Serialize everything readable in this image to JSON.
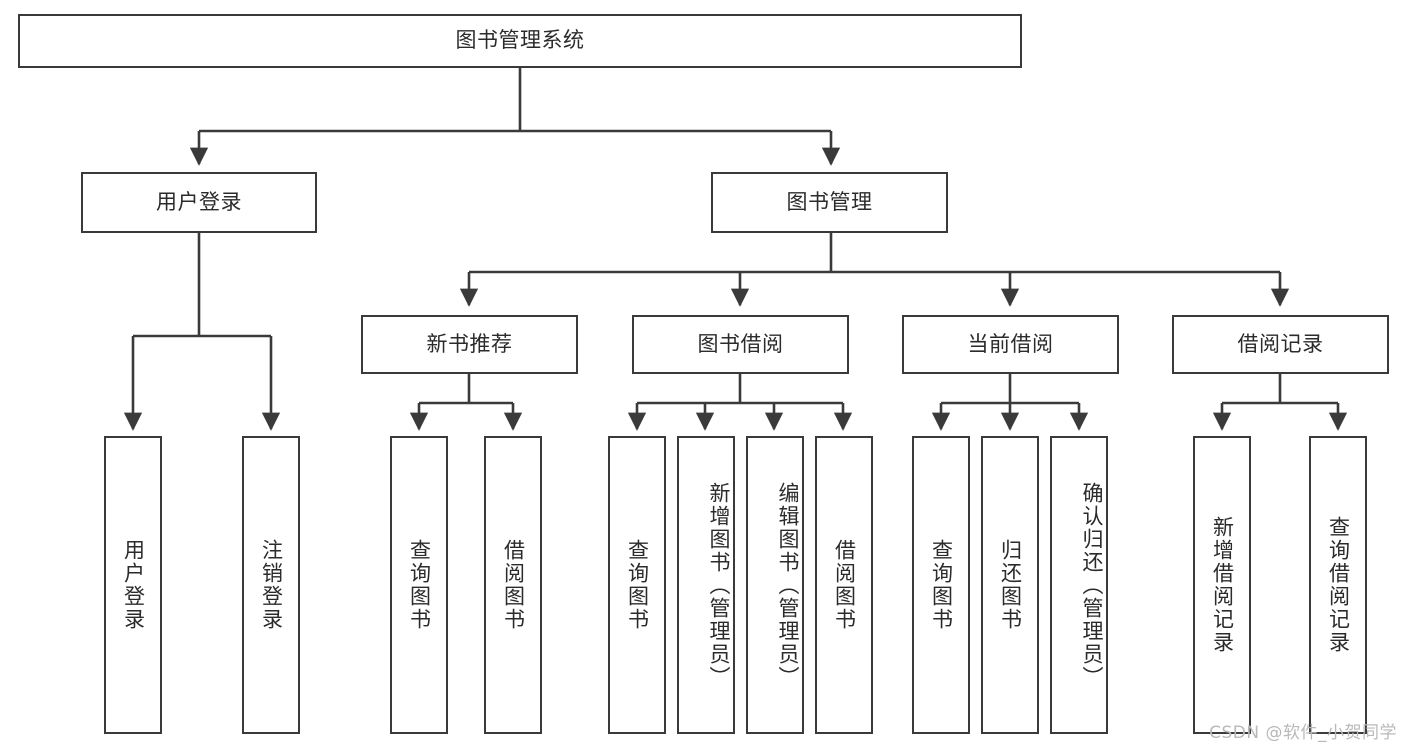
{
  "diagram": {
    "title": "图书管理系统",
    "type": "tree-hierarchy-diagram",
    "root": {
      "label": "图书管理系统"
    },
    "level1": [
      {
        "label": "用户登录"
      },
      {
        "label": "图书管理"
      }
    ],
    "level2": [
      {
        "label": "新书推荐",
        "parent": "图书管理"
      },
      {
        "label": "图书借阅",
        "parent": "图书管理"
      },
      {
        "label": "当前借阅",
        "parent": "图书管理"
      },
      {
        "label": "借阅记录",
        "parent": "图书管理"
      }
    ],
    "leaves": {
      "user_login": [
        {
          "label": "用户登录"
        },
        {
          "label": "注销登录"
        }
      ],
      "new_book_recommend": [
        {
          "label": "查询图书"
        },
        {
          "label": "借阅图书"
        }
      ],
      "book_borrow": [
        {
          "label": "查询图书"
        },
        {
          "label": "新增图书（管理员）"
        },
        {
          "label": "编辑图书（管理员）"
        },
        {
          "label": "借阅图书"
        }
      ],
      "current_borrow": [
        {
          "label": "查询图书"
        },
        {
          "label": "归还图书"
        },
        {
          "label": "确认归还（管理员）"
        }
      ],
      "borrow_record": [
        {
          "label": "新增借阅记录"
        },
        {
          "label": "查询借阅记录"
        }
      ]
    }
  },
  "watermark": {
    "text": "CSDN @软件_小贺同学"
  },
  "colors": {
    "stroke": "#3a3a3a",
    "background": "#ffffff",
    "text": "#2b2b2b",
    "watermark": "#b9b9b9"
  }
}
